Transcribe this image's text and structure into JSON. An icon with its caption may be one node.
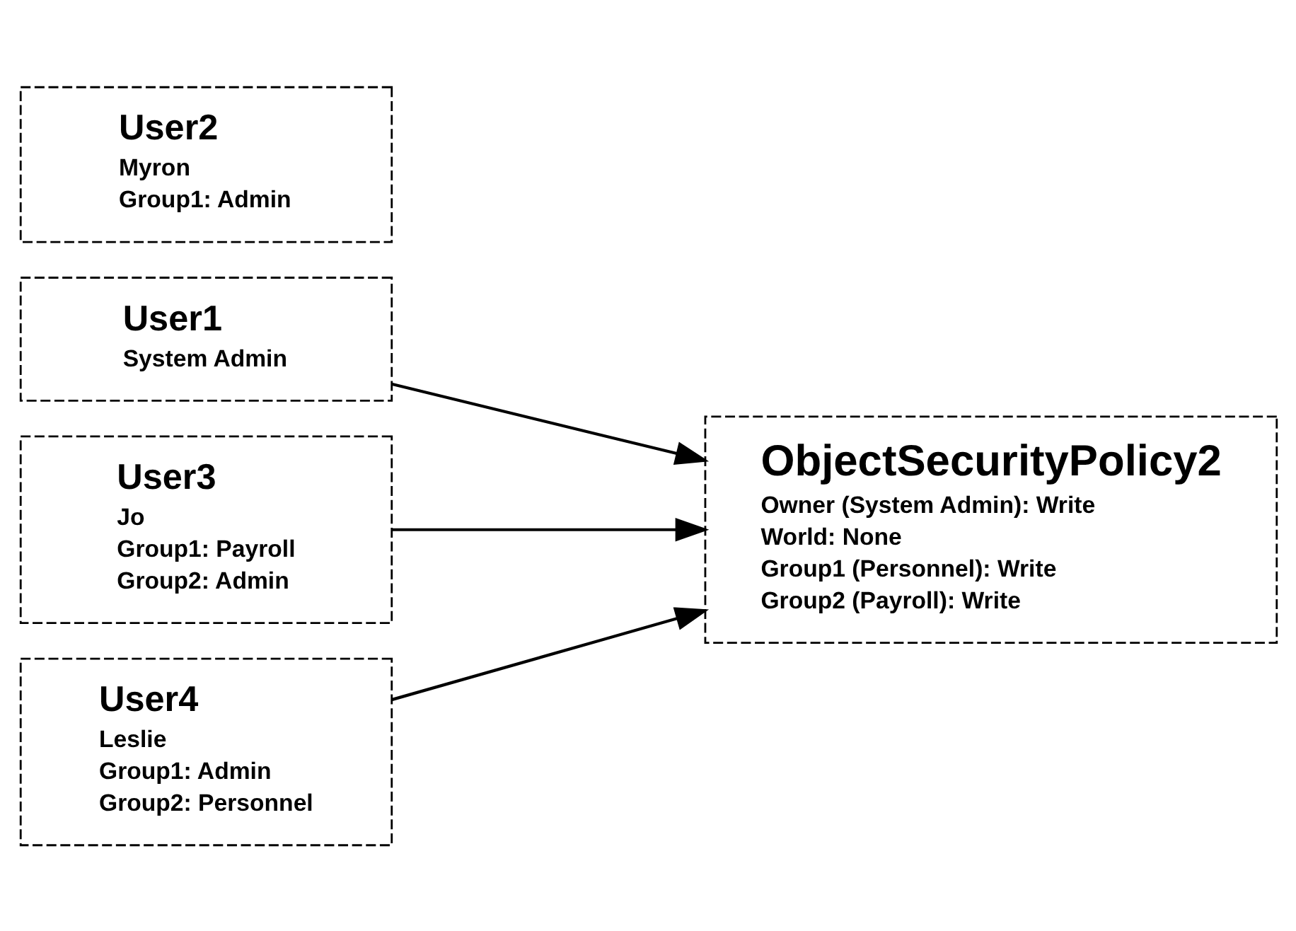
{
  "diagram": {
    "nodes": [
      {
        "text": [
          "User1",
          "System Admin"
        ]
      },
      {
        "text": [
          "User2",
          "Myron",
          "Group1: Admin"
        ]
      },
      {
        "text": [
          "User3",
          "Jo",
          "Group1: Payroll",
          "Group2: Admin"
        ]
      },
      {
        "text": [
          "User4",
          "Leslie",
          "Group1: Admin",
          "Group2: Personnel"
        ]
      },
      {
        "text": [
          "ObjectSecurityPolicy2",
          "Owner (System Admin): Write",
          "World: None",
          "Group1 (Personnel): Write",
          "Group2 (Payroll): Write"
        ]
      }
    ],
    "edges": [
      {
        "from": 0,
        "to": 4,
        "arrow": "to"
      },
      {
        "from": 2,
        "to": 4,
        "arrow": "to"
      },
      {
        "from": 3,
        "to": 4,
        "arrow": "to"
      }
    ]
  }
}
